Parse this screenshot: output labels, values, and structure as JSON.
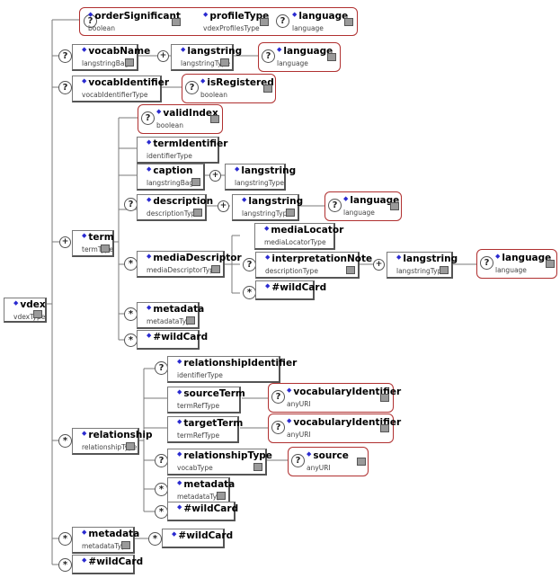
{
  "diagram": {
    "root": {
      "name": "vdex",
      "type": "vdexType"
    },
    "header_attributes": [
      {
        "name": "orderSignificant",
        "type": "boolean"
      },
      {
        "name": "profileType",
        "type": "vdexProfilesType"
      },
      {
        "name": "language",
        "type": "language"
      }
    ],
    "vocabName": {
      "name": "vocabName",
      "type": "langstringBag"
    },
    "vocabName_langstring": {
      "name": "langstring",
      "type": "langstringType"
    },
    "vocabName_language": {
      "name": "language",
      "type": "language"
    },
    "vocabIdentifier": {
      "name": "vocabIdentifier",
      "type": "vocabIdentifierType"
    },
    "isRegistered": {
      "name": "isRegistered",
      "type": "boolean"
    },
    "term": {
      "name": "term",
      "type": "termType"
    },
    "validIndex": {
      "name": "validIndex",
      "type": "boolean"
    },
    "termIdentifier": {
      "name": "termIdentifier",
      "type": "identifierType"
    },
    "caption": {
      "name": "caption",
      "type": "langstringBag"
    },
    "caption_langstring": {
      "name": "langstring",
      "type": "langstringType"
    },
    "description": {
      "name": "description",
      "type": "descriptionType"
    },
    "description_langstring": {
      "name": "langstring",
      "type": "langstringType"
    },
    "description_language": {
      "name": "language",
      "type": "language"
    },
    "mediaDescriptor": {
      "name": "mediaDescriptor",
      "type": "mediaDescriptorType"
    },
    "mediaLocator": {
      "name": "mediaLocator",
      "type": "mediaLocatorType"
    },
    "interpretationNote": {
      "name": "interpretationNote",
      "type": "descriptionType"
    },
    "interpretationNote_langstring": {
      "name": "langstring",
      "type": "langstringType"
    },
    "interpretationNote_language": {
      "name": "language",
      "type": "language"
    },
    "media_wildcard": {
      "name": "#wildCard"
    },
    "term_metadata": {
      "name": "metadata",
      "type": "metadataType"
    },
    "term_wildcard": {
      "name": "#wildCard"
    },
    "relationship": {
      "name": "relationship",
      "type": "relationshipType"
    },
    "relationshipIdentifier": {
      "name": "relationshipIdentifier",
      "type": "identifierType"
    },
    "sourceTerm": {
      "name": "sourceTerm",
      "type": "termRefType"
    },
    "sourceTerm_vocabularyIdentifier": {
      "name": "vocabularyIdentifier",
      "type": "anyURI"
    },
    "targetTerm": {
      "name": "targetTerm",
      "type": "termRefType"
    },
    "targetTerm_vocabularyIdentifier": {
      "name": "vocabularyIdentifier",
      "type": "anyURI"
    },
    "relationshipType": {
      "name": "relationshipType",
      "type": "vocabType"
    },
    "relationshipType_source": {
      "name": "source",
      "type": "anyURI"
    },
    "rel_metadata": {
      "name": "metadata",
      "type": "metadataType"
    },
    "rel_wildcard": {
      "name": "#wildCard"
    },
    "metadata": {
      "name": "metadata",
      "type": "metadataType"
    },
    "metadata_wildcard": {
      "name": "#wildCard"
    },
    "root_wildcard": {
      "name": "#wildCard"
    }
  },
  "colors": {
    "line": "#7a7a7a",
    "attribute_border": "#b03030",
    "bullet": "#2a2ad0"
  }
}
